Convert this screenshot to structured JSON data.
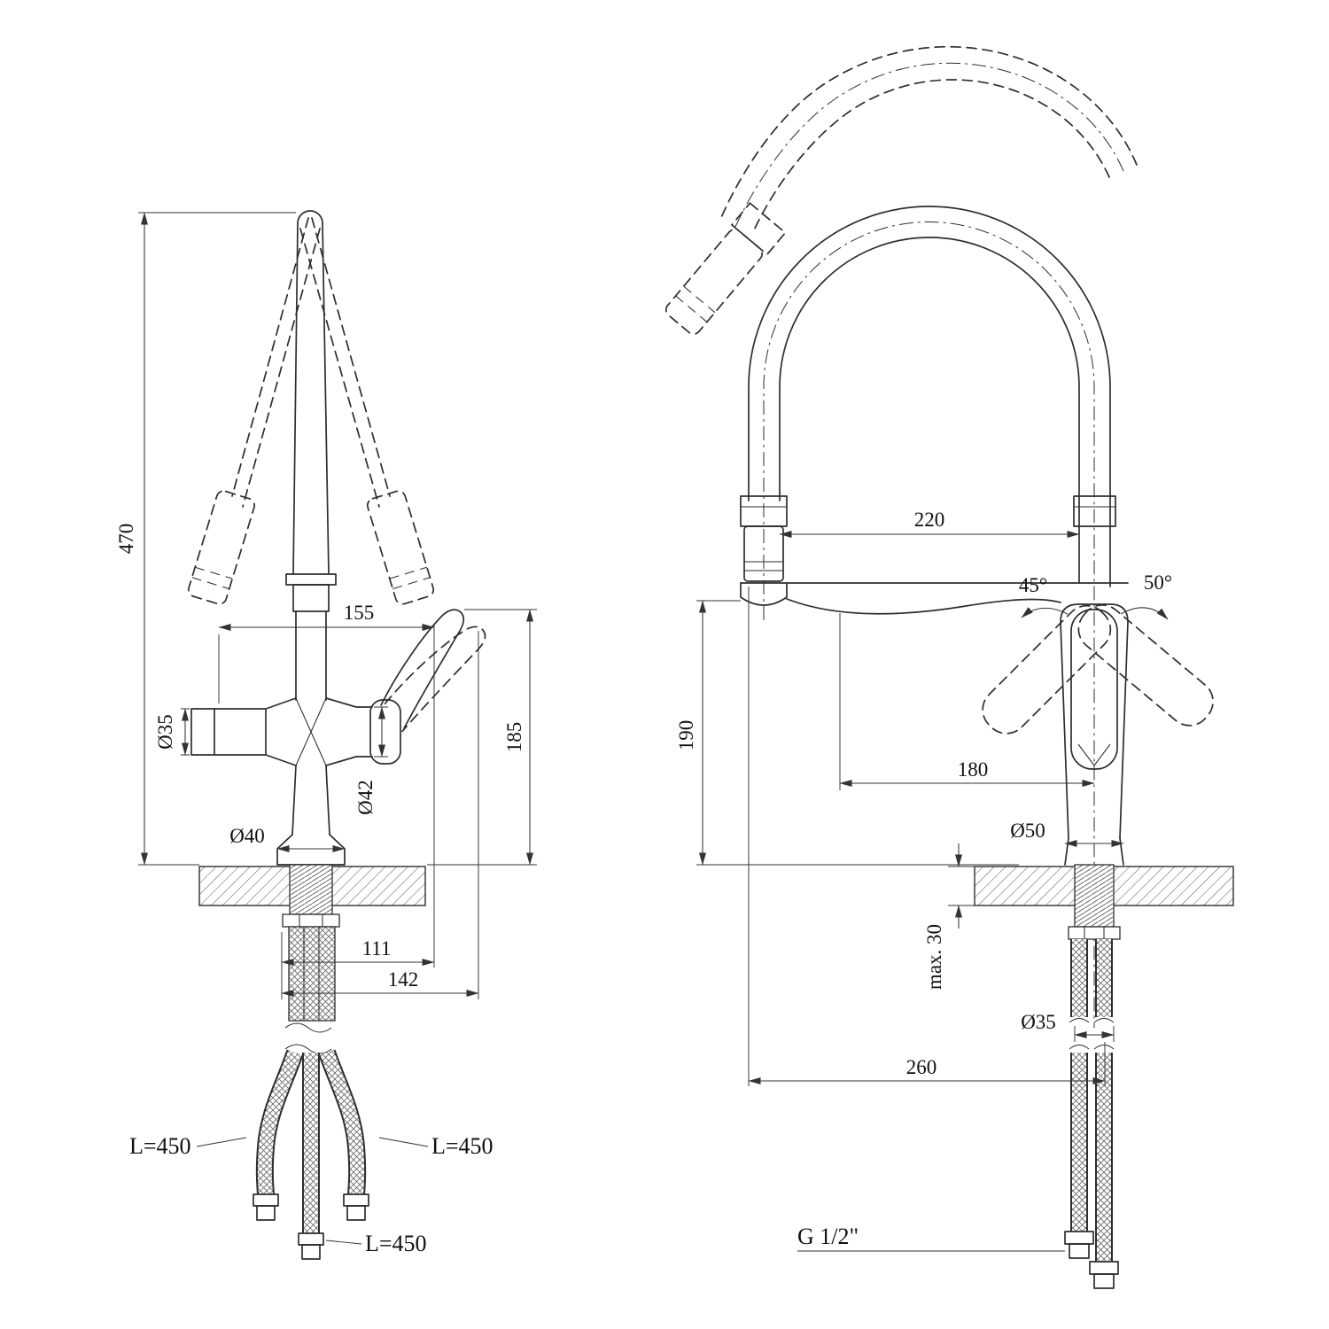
{
  "drawing": {
    "type": "technical-dimension-drawing",
    "subject": "kitchen faucet with flexible spout, two views",
    "colors": {
      "line": "#2e2e2e",
      "background": "#ffffff"
    }
  },
  "labels": {
    "side": {
      "h470": "470",
      "w155": "155",
      "d35": "Ø35",
      "d42": "Ø42",
      "d40": "Ø40",
      "h185": "185",
      "w111": "111",
      "w142": "142",
      "hose_left": "L=450",
      "hose_right": "L=450",
      "hose_center": "L=450"
    },
    "front": {
      "w220": "220",
      "a45": "45°",
      "a50": "50°",
      "h190": "190",
      "w180": "180",
      "d50": "Ø50",
      "max30": "max. 30",
      "d35": "Ø35",
      "w260": "260",
      "thread": "G 1/2\""
    }
  }
}
